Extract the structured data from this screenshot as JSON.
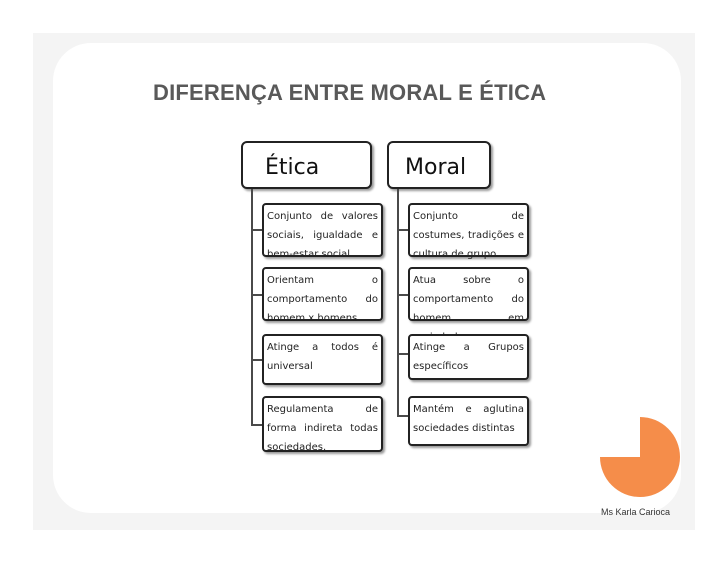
{
  "slide": {
    "title": "DIFERENÇA ENTRE MORAL E ÉTICA",
    "credit": "Ms Karla Carioca",
    "accent_color": "#f58d4a"
  },
  "diagram": {
    "columns": [
      {
        "heading": "Ética",
        "items": [
          "Conjunto de valores sociais, igualdade e bem-estar social",
          "Orientam o comportamento do homem x homens.",
          "Atinge a todos é universal",
          "Regulamenta de forma indireta todas sociedades."
        ]
      },
      {
        "heading": "Moral",
        "items": [
          "Conjunto de costumes, tradições e cultura de grupo",
          "Atua sobre o comportamento do homem em sociedade",
          "Atinge a Grupos específicos",
          "Mantém e aglutina sociedades distintas"
        ]
      }
    ]
  }
}
